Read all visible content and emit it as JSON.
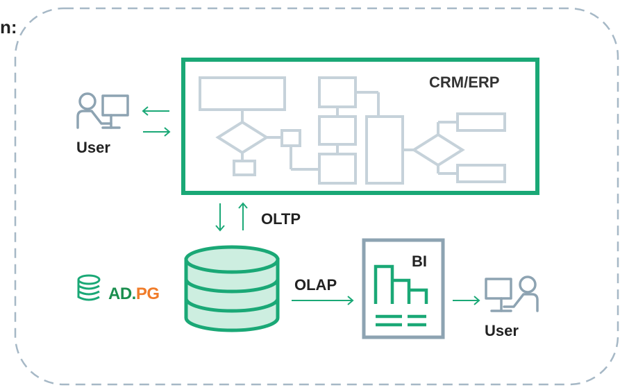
{
  "corner_label": "n:",
  "crm_erp": {
    "label": "CRM/ERP"
  },
  "user_left": {
    "label": "User"
  },
  "user_right": {
    "label": "User"
  },
  "oltp_label": "OLTP",
  "olap_label": "OLAP",
  "bi": {
    "label": "BI"
  },
  "adpg": {
    "part1": "AD",
    "dot": ".",
    "part2": "PG"
  },
  "colors": {
    "green": "#1aa876",
    "light_green": "#cdeee0",
    "gray_struct": "#c6d2da",
    "icon_gray": "#8da3b2",
    "dashed_border": "#a6b8c6",
    "orange": "#f07c2a"
  },
  "icons": [
    "user-computer-icon",
    "database-icon",
    "bi-report-icon",
    "adpg-logo-icon"
  ]
}
